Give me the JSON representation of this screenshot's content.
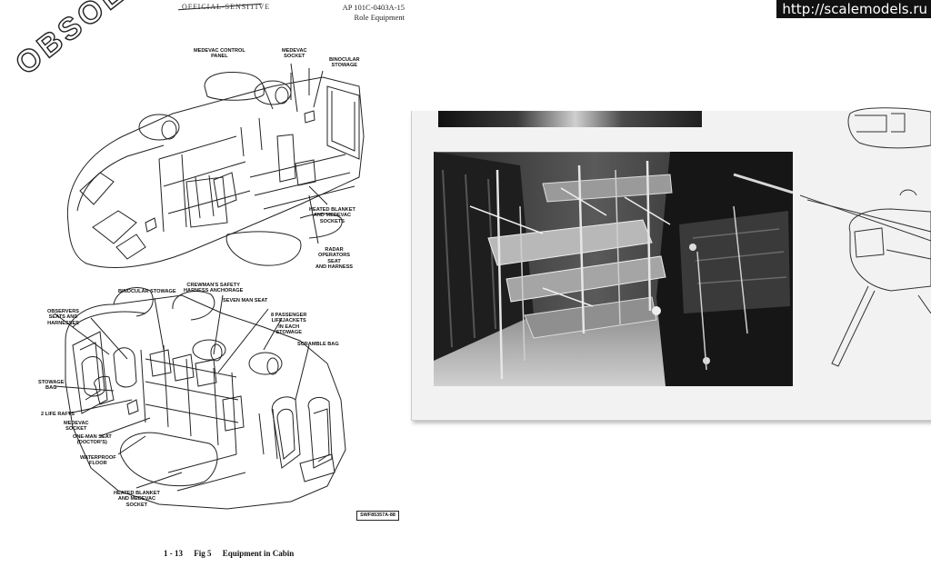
{
  "watermark": {
    "url": "http://scalemodels.ru"
  },
  "document": {
    "stamp": "OBSOLETE",
    "classification": "OFFICIAL-SENSITIVE",
    "doc_number": "AP 101C-0403A-15",
    "section": "Role Equipment",
    "drawing_ref": "SWF85357A-88",
    "caption": {
      "page": "1 - 13",
      "figure": "Fig 5",
      "title": "Equipment in Cabin"
    }
  },
  "callouts_top": {
    "medevac_control_panel": "MEDEVAC CONTROL\nPANEL",
    "medevac_socket": "MEDEVAC\nSOCKET",
    "binocular_stowage": "BINOCULAR\nSTOWAGE",
    "heated_blanket": "HEATED BLANKET\nAND MEDEVAC\nSOCKETS",
    "radar_operators_seat": "RADAR\nOPERATORS\nSEAT\nAND HARNESS"
  },
  "callouts_bottom": {
    "binocular_stowage": "BINOCULAR STOWAGE",
    "crewman_harness": "CREWMAN'S SAFETY\nHARNESS ANCHORAGE",
    "seven_man_seat": "SEVEN MAN SEAT",
    "observers_seats": "OBSERVERS\nSEATS AND\nHARNESSES",
    "lifejackets": "8 PASSENGER\nLIFEJACKETS\nIN EACH\nSTOWAGE",
    "scramble_bag": "SCRAMBLE BAG",
    "stowage_bag": "STOWAGE\nBAG",
    "life_rafts": "2 LIFE RAFTS",
    "medevac_socket": "MEDEVAC\nSOCKET",
    "one_man_seat": "ONE-MAN SEAT\n(DOCTOR'S)",
    "waterproof_floor": "WATERPROOF\nFLOOR",
    "heated_blanket": "HEATED BLANKET\nAND MEDEVAC\nSOCKET"
  }
}
